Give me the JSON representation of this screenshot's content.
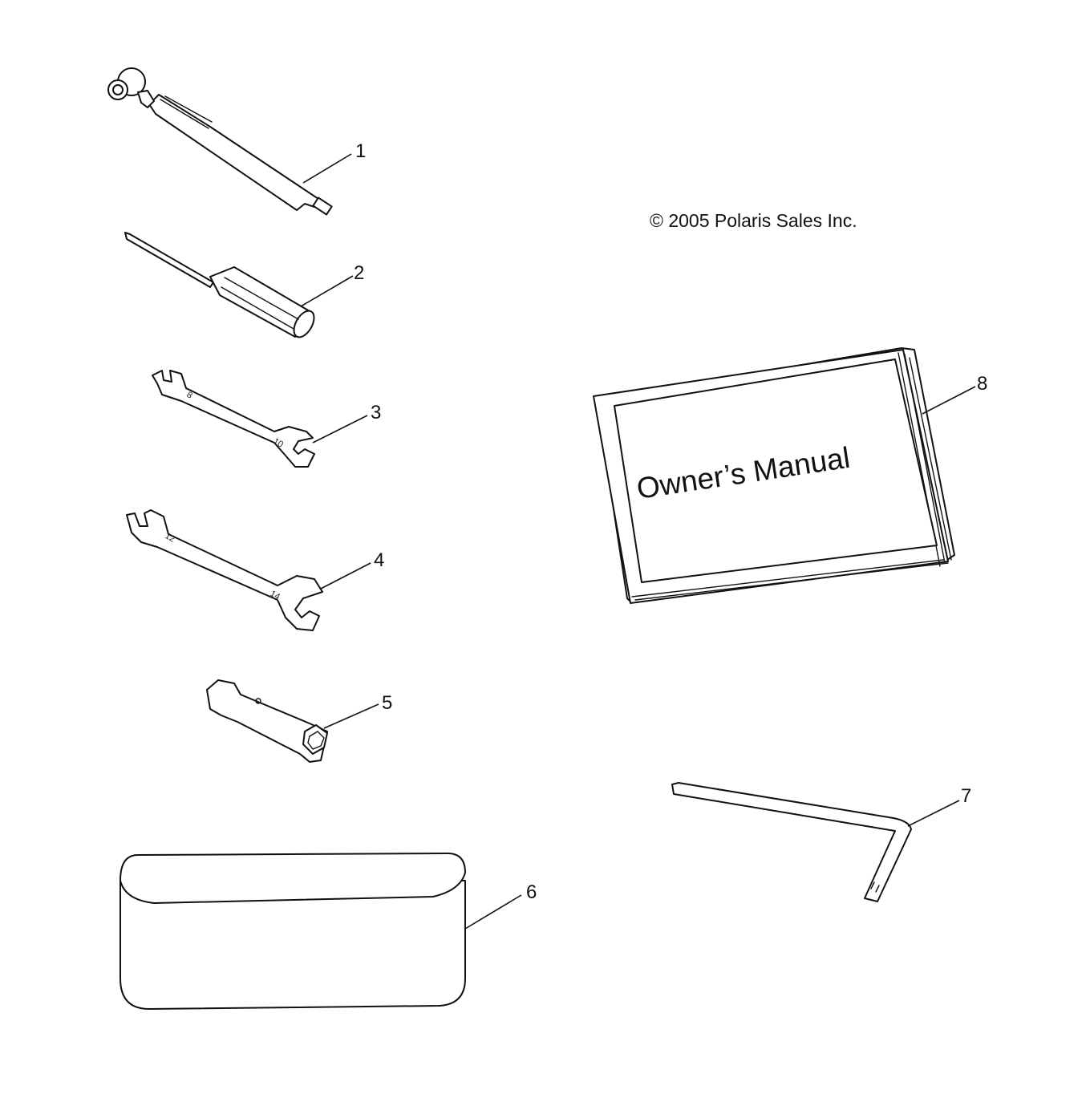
{
  "copyright": "© 2005 Polaris Sales Inc.",
  "manual_cover_text": "Owner’s Manual",
  "parts": [
    {
      "callout": "1",
      "icon": "tire-pressure-gauge-icon"
    },
    {
      "callout": "2",
      "icon": "screwdriver-icon"
    },
    {
      "callout": "3",
      "icon": "open-end-wrench-8-10-icon"
    },
    {
      "callout": "4",
      "icon": "open-end-wrench-12-14-icon"
    },
    {
      "callout": "5",
      "icon": "spark-plug-socket-wrench-icon"
    },
    {
      "callout": "6",
      "icon": "tool-pouch-icon"
    },
    {
      "callout": "7",
      "icon": "hex-key-icon"
    },
    {
      "callout": "8",
      "icon": "owners-manual-icon"
    }
  ],
  "wrench_stamps": [
    "8",
    "10",
    "12",
    "14"
  ]
}
